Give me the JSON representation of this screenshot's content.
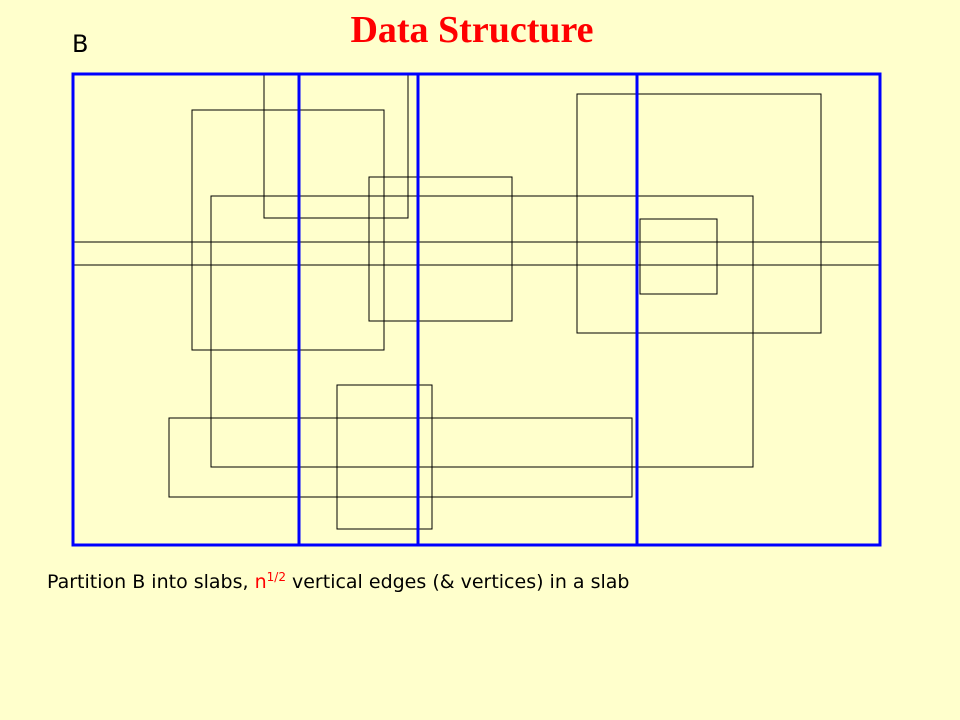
{
  "title": "Data Structure",
  "box_label": "B",
  "caption": {
    "prefix": "Partition B into slabs, ",
    "n": "n",
    "exponent": "1/2",
    "suffix": " vertical edges  (& vertices) in a slab"
  },
  "colors": {
    "background": "#ffffcc",
    "title": "#ff0000",
    "slab_lines": "#0000ff",
    "rectangles": "#000000"
  }
}
